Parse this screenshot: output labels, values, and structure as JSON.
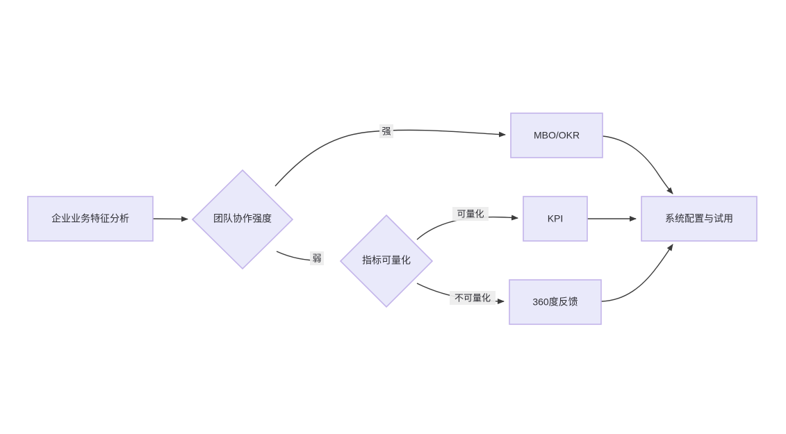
{
  "diagram": {
    "type": "flowchart",
    "direction": "left-to-right",
    "background_color": "#ffffff",
    "node_fill_color": "#e9e9fa",
    "node_border_color": "#c3b4ea",
    "edge_color": "#3b3b3b",
    "text_color": "#2f2f35",
    "edge_label_background": "#ededed",
    "nodes": [
      {
        "id": "start",
        "label": "企业业务特征分析",
        "shape": "rectangle"
      },
      {
        "id": "collab",
        "label": "团队协作强度",
        "shape": "diamond"
      },
      {
        "id": "mbookr",
        "label": "MBO/OKR",
        "shape": "rectangle"
      },
      {
        "id": "quant",
        "label": "指标可量化",
        "shape": "diamond"
      },
      {
        "id": "kpi",
        "label": "KPI",
        "shape": "rectangle"
      },
      {
        "id": "feedback",
        "label": "360度反馈",
        "shape": "rectangle"
      },
      {
        "id": "deploy",
        "label": "系统配置与试用",
        "shape": "rectangle"
      }
    ],
    "edges": [
      {
        "from": "start",
        "to": "collab",
        "label": ""
      },
      {
        "from": "collab",
        "to": "mbookr",
        "label": "强"
      },
      {
        "from": "collab",
        "to": "quant",
        "label": "弱"
      },
      {
        "from": "quant",
        "to": "kpi",
        "label": "可量化"
      },
      {
        "from": "quant",
        "to": "feedback",
        "label": "不可量化"
      },
      {
        "from": "mbookr",
        "to": "deploy",
        "label": ""
      },
      {
        "from": "kpi",
        "to": "deploy",
        "label": ""
      },
      {
        "from": "feedback",
        "to": "deploy",
        "label": ""
      }
    ]
  }
}
